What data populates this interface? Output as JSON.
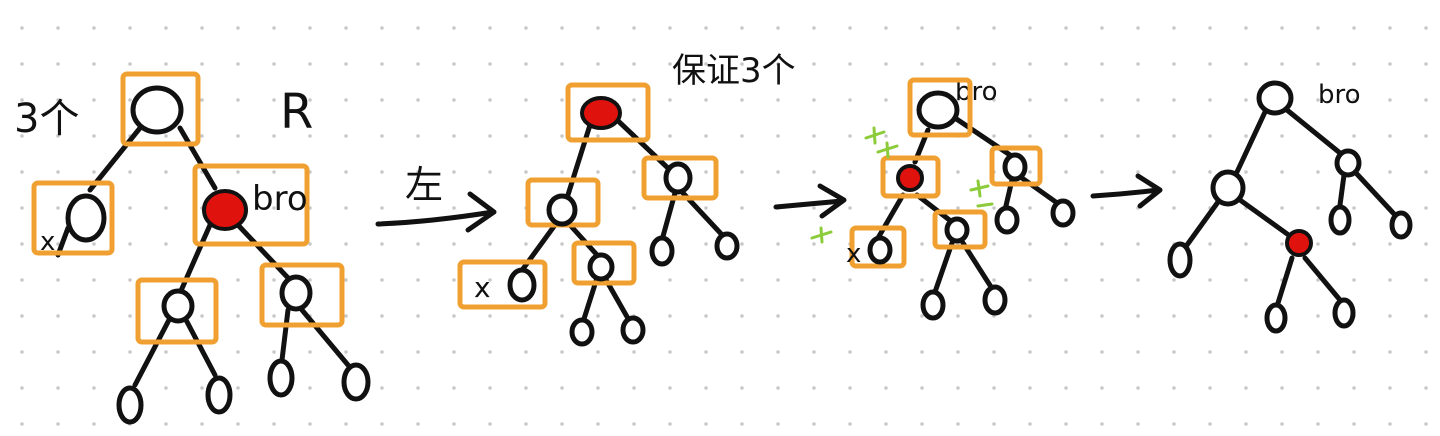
{
  "labels": {
    "panel1_case": "3个",
    "panel1_side": "R",
    "panel1_sibling": "bro",
    "arrow1_op": "左",
    "panel2_note": "保证3个",
    "panel3_sibling": "bro",
    "panel4_sibling": "bro",
    "x_marker": "x"
  },
  "colors": {
    "red_node": "#e0120e",
    "box_outline": "#f0a030",
    "tick_marks": "#8ccb3a",
    "ink": "#111111"
  }
}
